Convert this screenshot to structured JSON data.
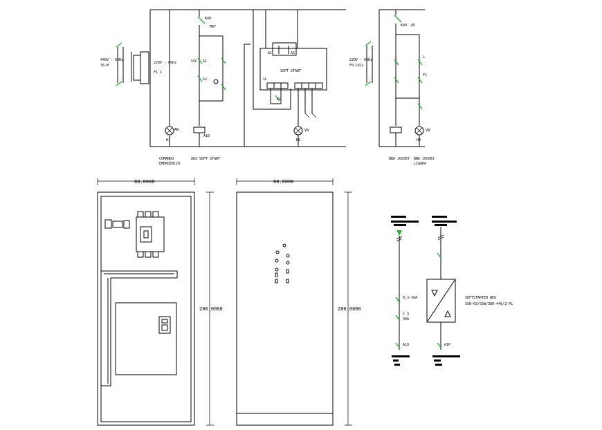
{
  "colors": {
    "line": "#000000",
    "switch_accent": "#1db52a",
    "background": "#ffffff"
  },
  "schematic_left": {
    "supply_label_1": "440V - 60Hz",
    "supply_label_2": "3S-M",
    "transformer_secondary": "220V - 60Hz",
    "fuse_label": "F1 1",
    "top_relay": "K40",
    "top_relay_sub": "M07",
    "ref_contact": "SSC",
    "contact_s1": "S1",
    "contact_s2": "S2",
    "lamp_label": "AN",
    "lamp_ref": "H1",
    "coil_label": "A10",
    "caption_1_line1": "COMANDO",
    "caption_1_line2": "EMERGENCIO",
    "caption_2": "AUX SOFT START"
  },
  "soft_start": {
    "module_label": "SOFT START",
    "terminal_top_1": "A1",
    "terminal_top_2": "A2",
    "terminal_row": "1L",
    "out_label": "K1",
    "lamp_label": "VN",
    "lamp_ref": "H2"
  },
  "schematic_right": {
    "top_relay": "K40",
    "top_relay_sub": "AV",
    "supply_label_1": "220V - 60Hz",
    "supply_label_2": "F0-LK1L",
    "contact_a": "L",
    "contact_b": "F1",
    "lamp_label": "VN",
    "lamp_ref": "H4",
    "caption_1": "BBA JOCKEY",
    "caption_2_line1": "BBA JOCKEY",
    "caption_2_line2": "LIGADA"
  },
  "panel_front": {
    "width_label": "80.0000",
    "height_label": "200.0000"
  },
  "panel_side": {
    "width_label": "80.0000",
    "height_label": "200.0000"
  },
  "single_line": {
    "breaker_rating": "0,3-16A",
    "contactor_label": "C 3",
    "contactor_rating": "30A",
    "bottom_left": "A18",
    "bottom_right": "A1P",
    "softstarter_label": "SOFTSTARTER WEG",
    "softstarter_model": "SSW-03/SSW/380-440/2-PL"
  }
}
